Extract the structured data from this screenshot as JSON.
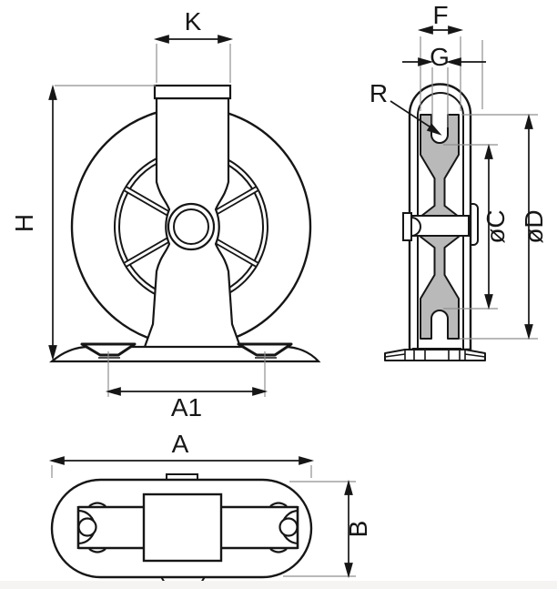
{
  "labels": {
    "k": "K",
    "h": "H",
    "a1": "A1",
    "a": "A",
    "b": "B",
    "f": "F",
    "g": "G",
    "r": "R",
    "oc": "øC",
    "od": "øD"
  },
  "colors": {
    "line": "#161616",
    "extension_line": "#8f8f8f",
    "sheave_fill": "#b9b9b9",
    "footer_band": "#f6f4f3",
    "background": "#ffffff"
  }
}
